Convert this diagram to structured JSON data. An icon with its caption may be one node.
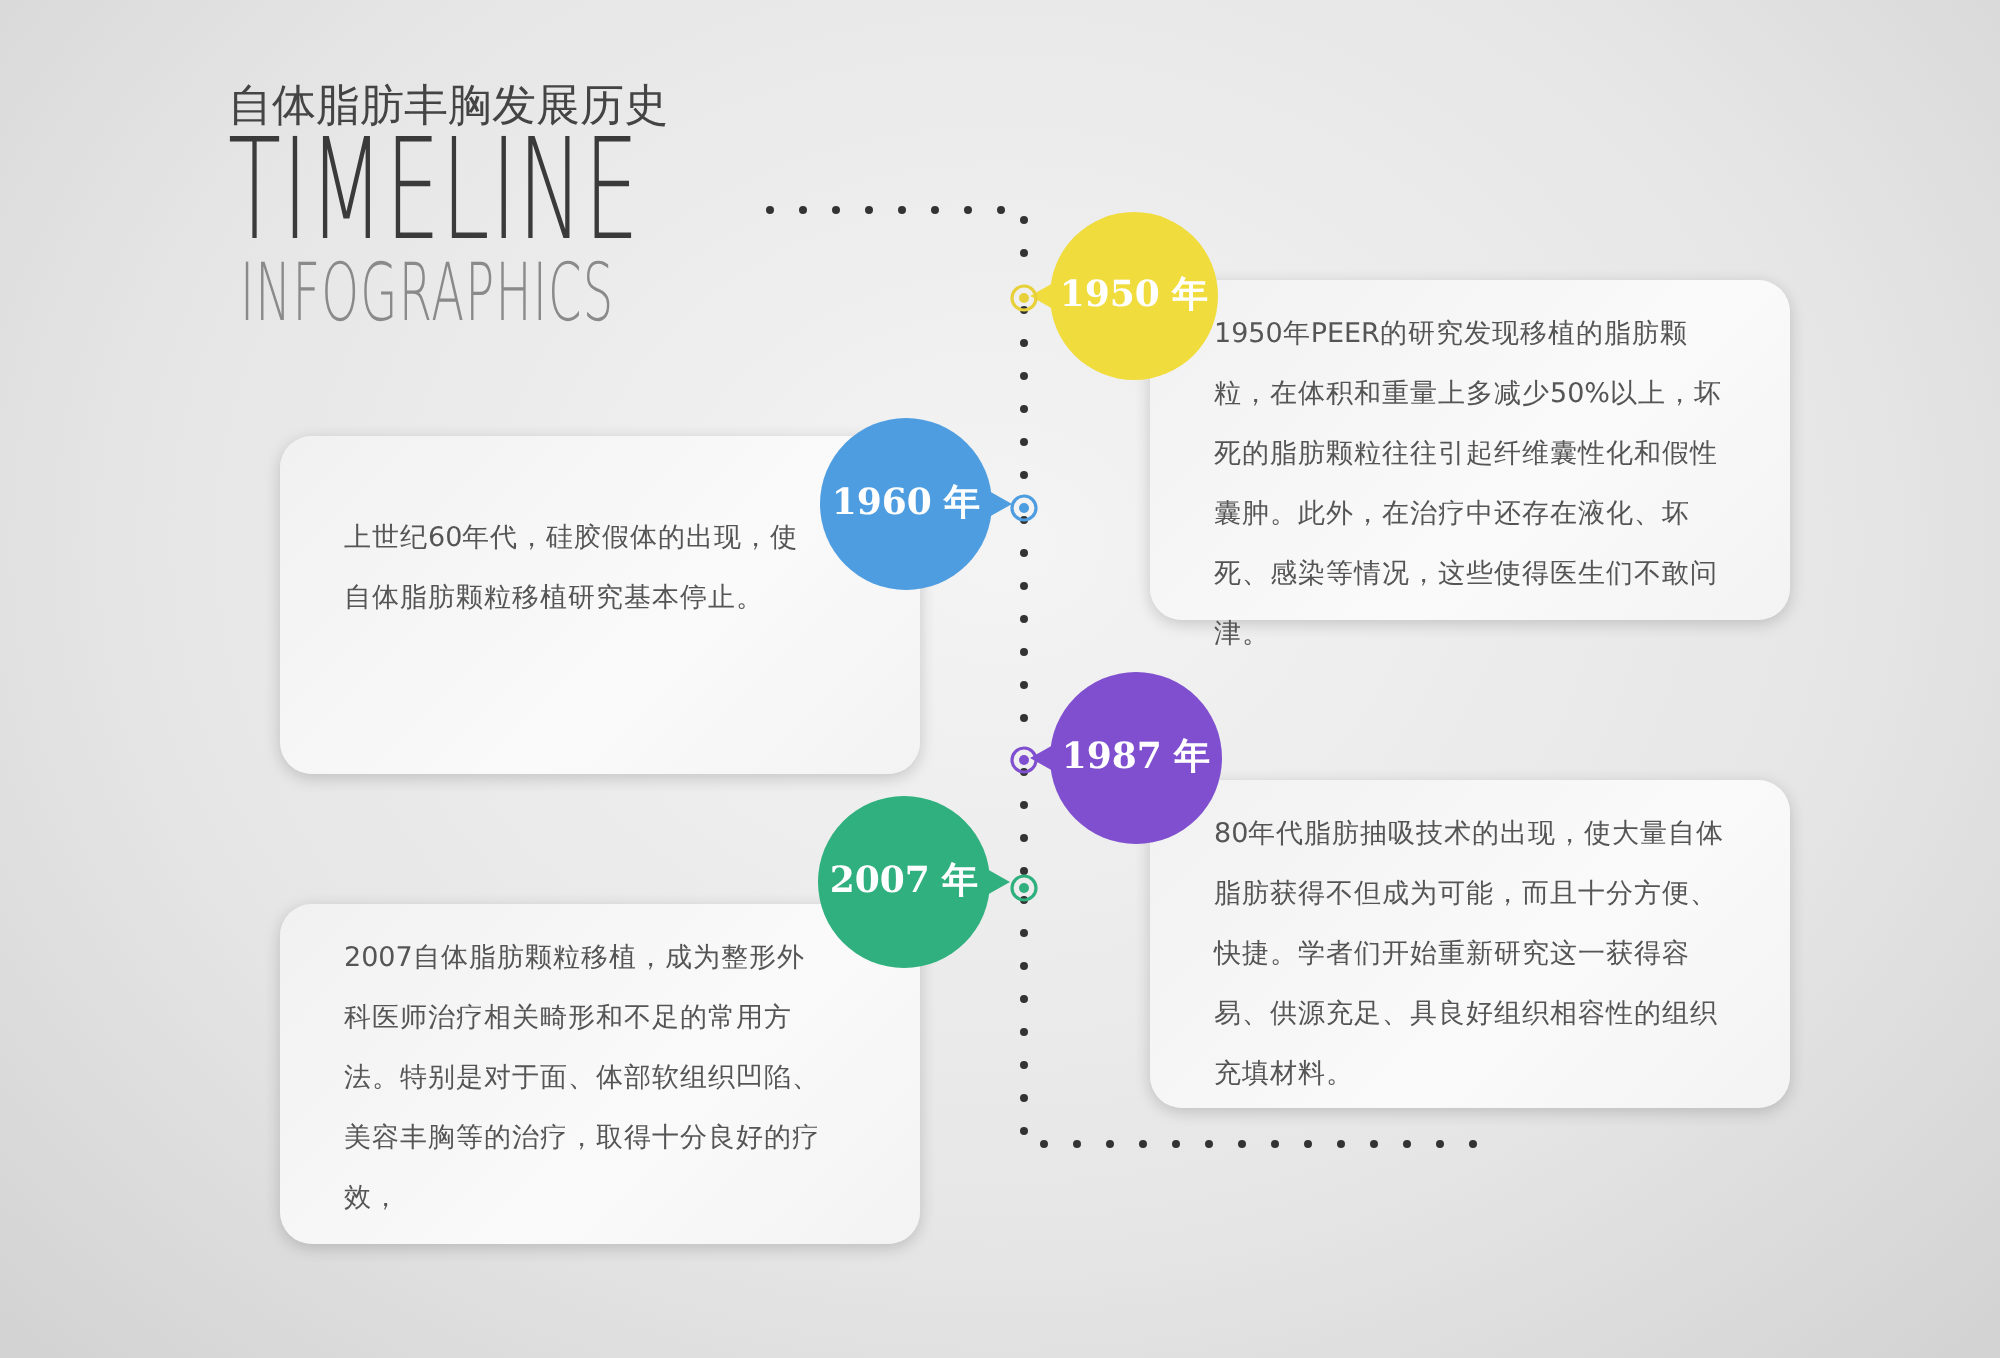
{
  "diagram": {
    "title": "自体脂肪丰胸发展历史",
    "nodes": [
      {
        "text": [
          "1950 年"
        ]
      },
      {
        "text": [],
        "shape": "circle"
      },
      {
        "text": [
          "1950年PEER的研究发现移植的脂肪颗粒，在体积和重量上多减少50%以上，坏死的脂肪颗粒往往引起纤维囊性化和假性囊肿。此外，在治疗中还存在液化、坏死、感染等情况，这些使得医生们不敢问津。"
        ]
      },
      {
        "text": [
          "1960 年"
        ]
      },
      {
        "text": [],
        "shape": "circle"
      },
      {
        "text": [
          "上世纪60年代，硅胶假体的出现，使自体脂肪颗粒移植研究基本停止。"
        ]
      },
      {
        "text": [
          "1987 年"
        ]
      },
      {
        "text": [],
        "shape": "circle"
      },
      {
        "text": [
          "80年代脂肪抽吸技术的出现，使大量自体脂肪获得不但成为可能，而且十分方便、快捷。学者们开始重新研究这一获得容易、供源充足、具良好组织相容性的组织充填材料。"
        ]
      },
      {
        "text": [
          "2007 年"
        ]
      },
      {
        "text": [],
        "shape": "circle"
      },
      {
        "text": [
          "2007自体脂肪颗粒移植，成为整形外科医师治疗相关畸形和不足的常用方法。特别是对于面、体部软组织凹陷、美容丰胸等的治疗，取得十分良好的疗效，"
        ]
      }
    ],
    "edges": [
      {
        "from": null,
        "to": 1,
        "arrow": "none",
        "style": "dashed"
      },
      {
        "from": 1,
        "to": 4,
        "arrow": "none",
        "style": "dashed"
      },
      {
        "from": 4,
        "to": 7,
        "arrow": "none",
        "style": "dashed"
      },
      {
        "from": 7,
        "to": 10,
        "arrow": "none",
        "style": "dashed"
      },
      {
        "from": 10,
        "to": null,
        "arrow": "none",
        "style": "dashed"
      }
    ],
    "labels": [
      "TIMELINE",
      "INFOGRAPHICS"
    ]
  }
}
